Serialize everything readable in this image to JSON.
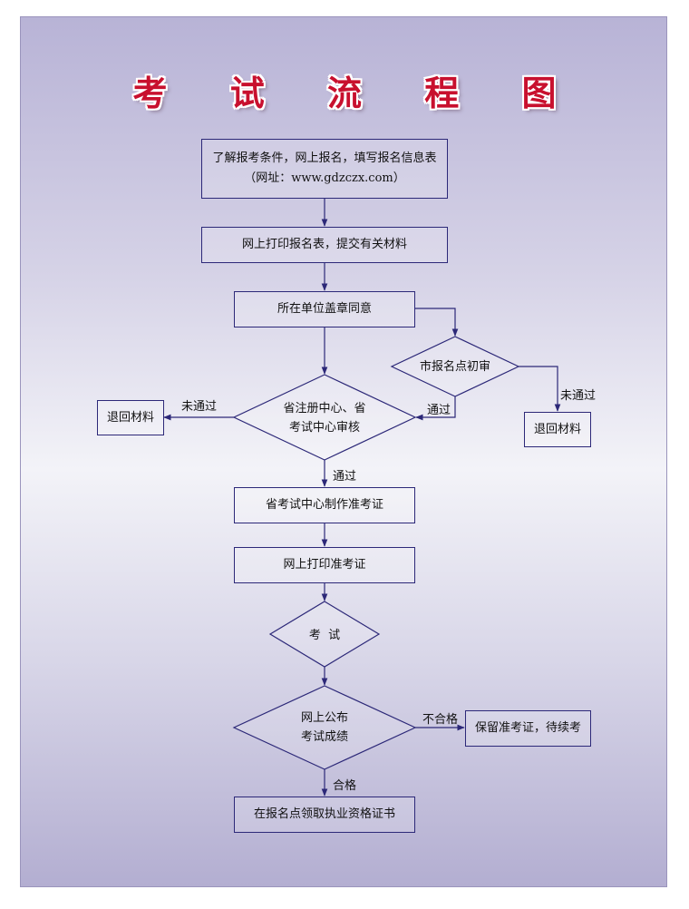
{
  "title": "考 试 流 程 图",
  "steps": {
    "step1_line1": "了解报考条件，网上报名，填写报名信息表",
    "step1_line2": "（网址：www.gdzczx.com）",
    "step2": "网上打印报名表，提交有关材料",
    "step3": "所在单位盖章同意",
    "city_review": "市报名点初审",
    "province_review_line1": "省注册中心、省",
    "province_review_line2": "考试中心审核",
    "return_left": "退回材料",
    "return_right": "退回材料",
    "make_admission": "省考试中心制作准考证",
    "print_admission": "网上打印准考证",
    "exam": "考  试",
    "results_line1": "网上公布",
    "results_line2": "考试成绩",
    "keep_admission": "保留准考证，待续考",
    "get_certificate": "在报名点领取执业资格证书"
  },
  "edge_labels": {
    "fail_left": "未通过",
    "fail_right": "未通过",
    "pass_city": "通过",
    "pass_province": "通过",
    "unqualified": "不合格",
    "qualified": "合格"
  },
  "colors": {
    "title": "#c8102e",
    "line": "#2c2878",
    "background_top": "#b8b3d6",
    "background_mid": "#f3f3f8"
  }
}
